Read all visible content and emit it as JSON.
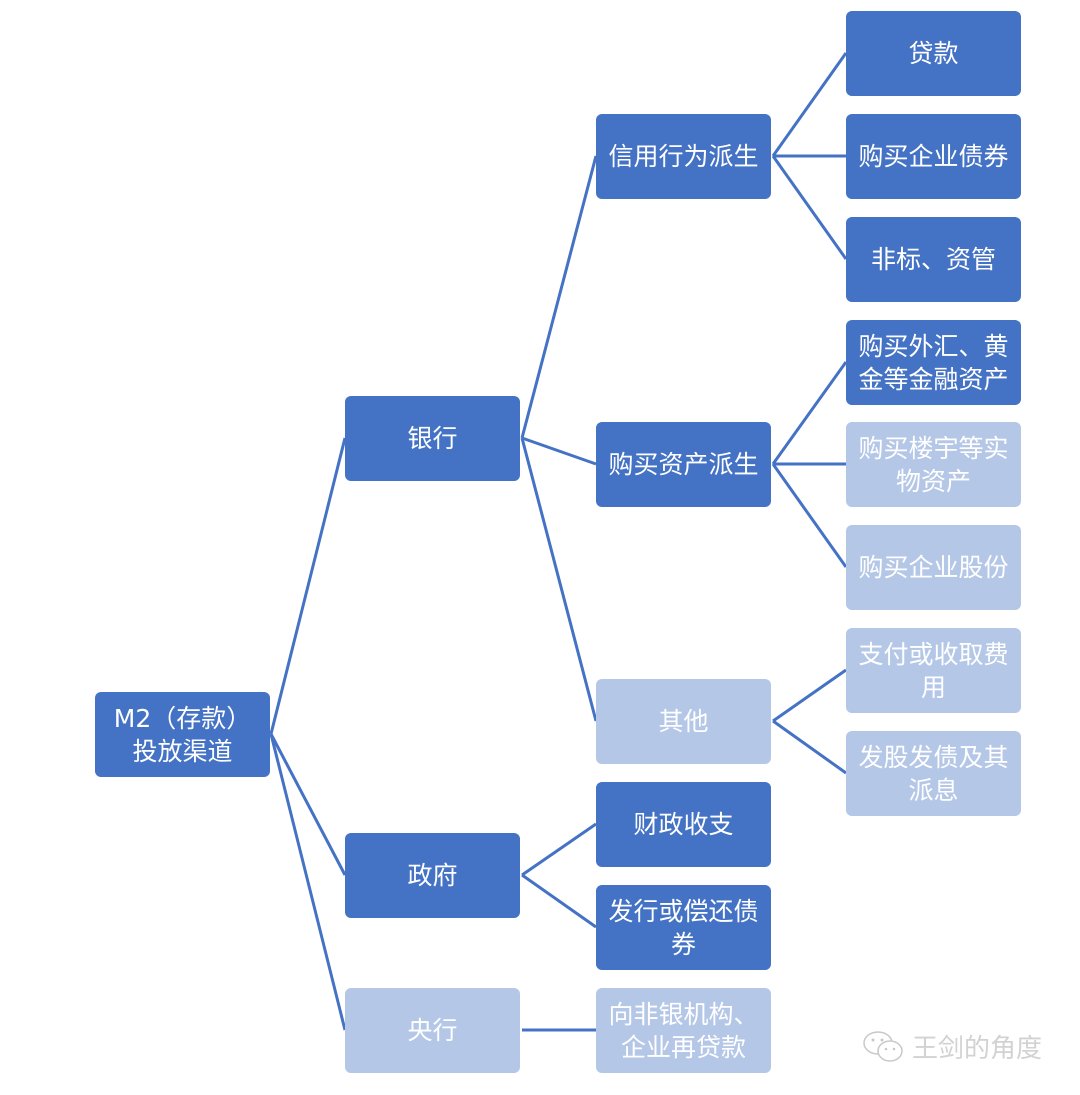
{
  "colors": {
    "primary": "#4472C4",
    "secondary": "#B4C7E7",
    "line": "#4472C4"
  },
  "root": {
    "line1": "M2（存款）",
    "line2": "投放渠道"
  },
  "level1": {
    "bank": "银行",
    "government": "政府",
    "central_bank": "央行"
  },
  "level2": {
    "credit": "信用行为派生",
    "asset_purchase": "购买资产派生",
    "other": "其他",
    "fiscal": "财政收支",
    "bonds": "发行或偿还债券",
    "relending": "向非银机构、企业再贷款"
  },
  "level3": {
    "loans": "贷款",
    "corp_bonds": "购买企业债券",
    "nonstandard": "非标、资管",
    "fx_gold": "购买外汇、黄金等金融资产",
    "real_assets": "购买楼宇等实物资产",
    "equity": "购买企业股份",
    "fees": "支付或收取费用",
    "dividends": "发股发债及其派息"
  },
  "watermark": {
    "icon": "wechat-icon",
    "text": "王剑的角度"
  }
}
